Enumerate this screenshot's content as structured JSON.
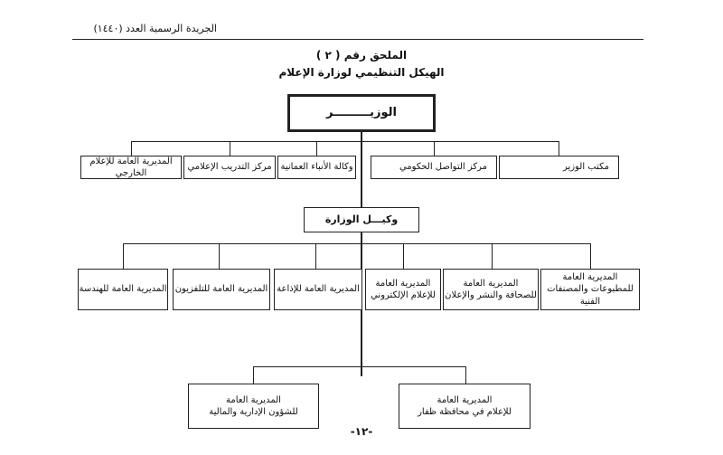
{
  "header": {
    "running_title": "الجريدة الرسمية العدد (١٤٤٠)"
  },
  "annex_label": "الملحق رقم ( ٢ )",
  "chart_title": "الهيكل التنظيمي لوزارة الإعلام",
  "top": {
    "minister": "الوزيـــــــــر"
  },
  "row1": [
    "مكتب الوزير",
    "مركز التواصل الحكومي",
    "وكالة الأنباء العمانية",
    "مركز التدريب الإعلامي",
    "المديرية العامة للإعلام الخارجي"
  ],
  "undersecretary": "وكيـــل الوزارة",
  "row2": [
    {
      "line1": "المديرية العامة",
      "line2": "للمطبوعات والمصنفات الفنية"
    },
    {
      "line1": "المديرية العامة",
      "line2": "للصحافة والنشر والإعلان"
    },
    {
      "line1": "المديرية العامة",
      "line2": "للإعلام الإلكتروني"
    },
    {
      "line1": "المديرية العامة للإذاعة",
      "line2": ""
    },
    {
      "line1": "المديرية العامة للتلفزيون",
      "line2": ""
    },
    {
      "line1": "المديرية العامة للهندسة",
      "line2": ""
    }
  ],
  "row3": [
    {
      "line1": "المديرية العامة",
      "line2": "للإعلام في محافظة ظفار"
    },
    {
      "line1": "المديرية العامة",
      "line2": "للشؤون الإدارية والمالية"
    }
  ],
  "page_number": "-١٢-"
}
